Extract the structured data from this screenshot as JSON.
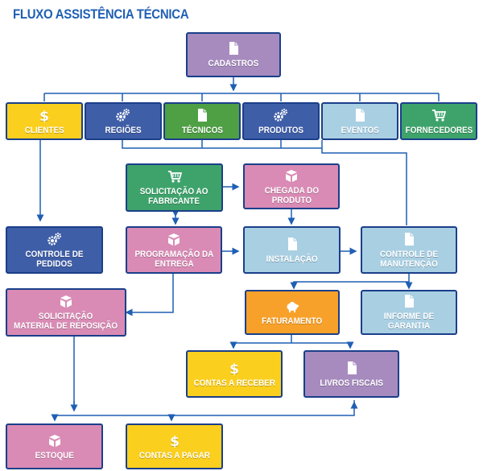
{
  "title": "FLUXO ASSISTÊNCIA TÉCNICA",
  "colors": {
    "purple": "#a78bbf",
    "yellow": "#fbcf1d",
    "blue": "#3f5ea8",
    "green": "#4f9f45",
    "teal": "#3ea36b",
    "pink": "#d98bb5",
    "lightblue": "#a9cfe3",
    "orange": "#f8a12a",
    "border": "#1a3f8a",
    "line": "#1f5fb4"
  },
  "nodes": {
    "cadastros": {
      "label": "CADASTROS",
      "icon": "document-icon"
    },
    "clientes": {
      "label": "CLIENTES",
      "icon": "dollar-icon"
    },
    "regioes": {
      "label": "REGIÕES",
      "icon": "gears-icon"
    },
    "tecnicos": {
      "label": "TÉCNICOS",
      "icon": "document-icon"
    },
    "produtos": {
      "label": "PRODUTOS",
      "icon": "gears-icon"
    },
    "eventos": {
      "label": "EVENTOS",
      "icon": "document-icon"
    },
    "fornecedores": {
      "label": "FORNECEDORES",
      "icon": "cart-icon"
    },
    "solicitacao_fabricante": {
      "label": "SOLICITAÇÃO AO\nFABRICANTE",
      "icon": "cart-icon"
    },
    "chegada_produto": {
      "label": "CHEGADA DO\nPRODUTO",
      "icon": "box-icon"
    },
    "controle_pedidos": {
      "label": "CONTROLE DE PEDIDOS",
      "icon": "gears-icon"
    },
    "programacao_entrega": {
      "label": "PROGRAMAÇÃO DA\nENTREGA",
      "icon": "box-icon"
    },
    "instalacao": {
      "label": "INSTALAÇÃO",
      "icon": "document-icon"
    },
    "controle_manutencao": {
      "label": "CONTROLE DE\nMANUTENÇÃO",
      "icon": "document-icon"
    },
    "solicitacao_material": {
      "label": "SOLICITAÇÃO\nMATERIAL DE REPOSIÇÃO",
      "icon": "box-icon"
    },
    "faturamento": {
      "label": "FATURAMENTO",
      "icon": "piggy-bank-icon"
    },
    "informe_garantia": {
      "label": "INFORME DE GARANTIA",
      "icon": "document-icon"
    },
    "contas_receber": {
      "label": "CONTAS A RECEBER",
      "icon": "dollar-icon"
    },
    "livros_fiscais": {
      "label": "LIVROS FISCAIS",
      "icon": "document-icon"
    },
    "estoque": {
      "label": "ESTOQUE",
      "icon": "box-icon"
    },
    "contas_pagar": {
      "label": "CONTAS A PAGAR",
      "icon": "dollar-icon"
    }
  }
}
